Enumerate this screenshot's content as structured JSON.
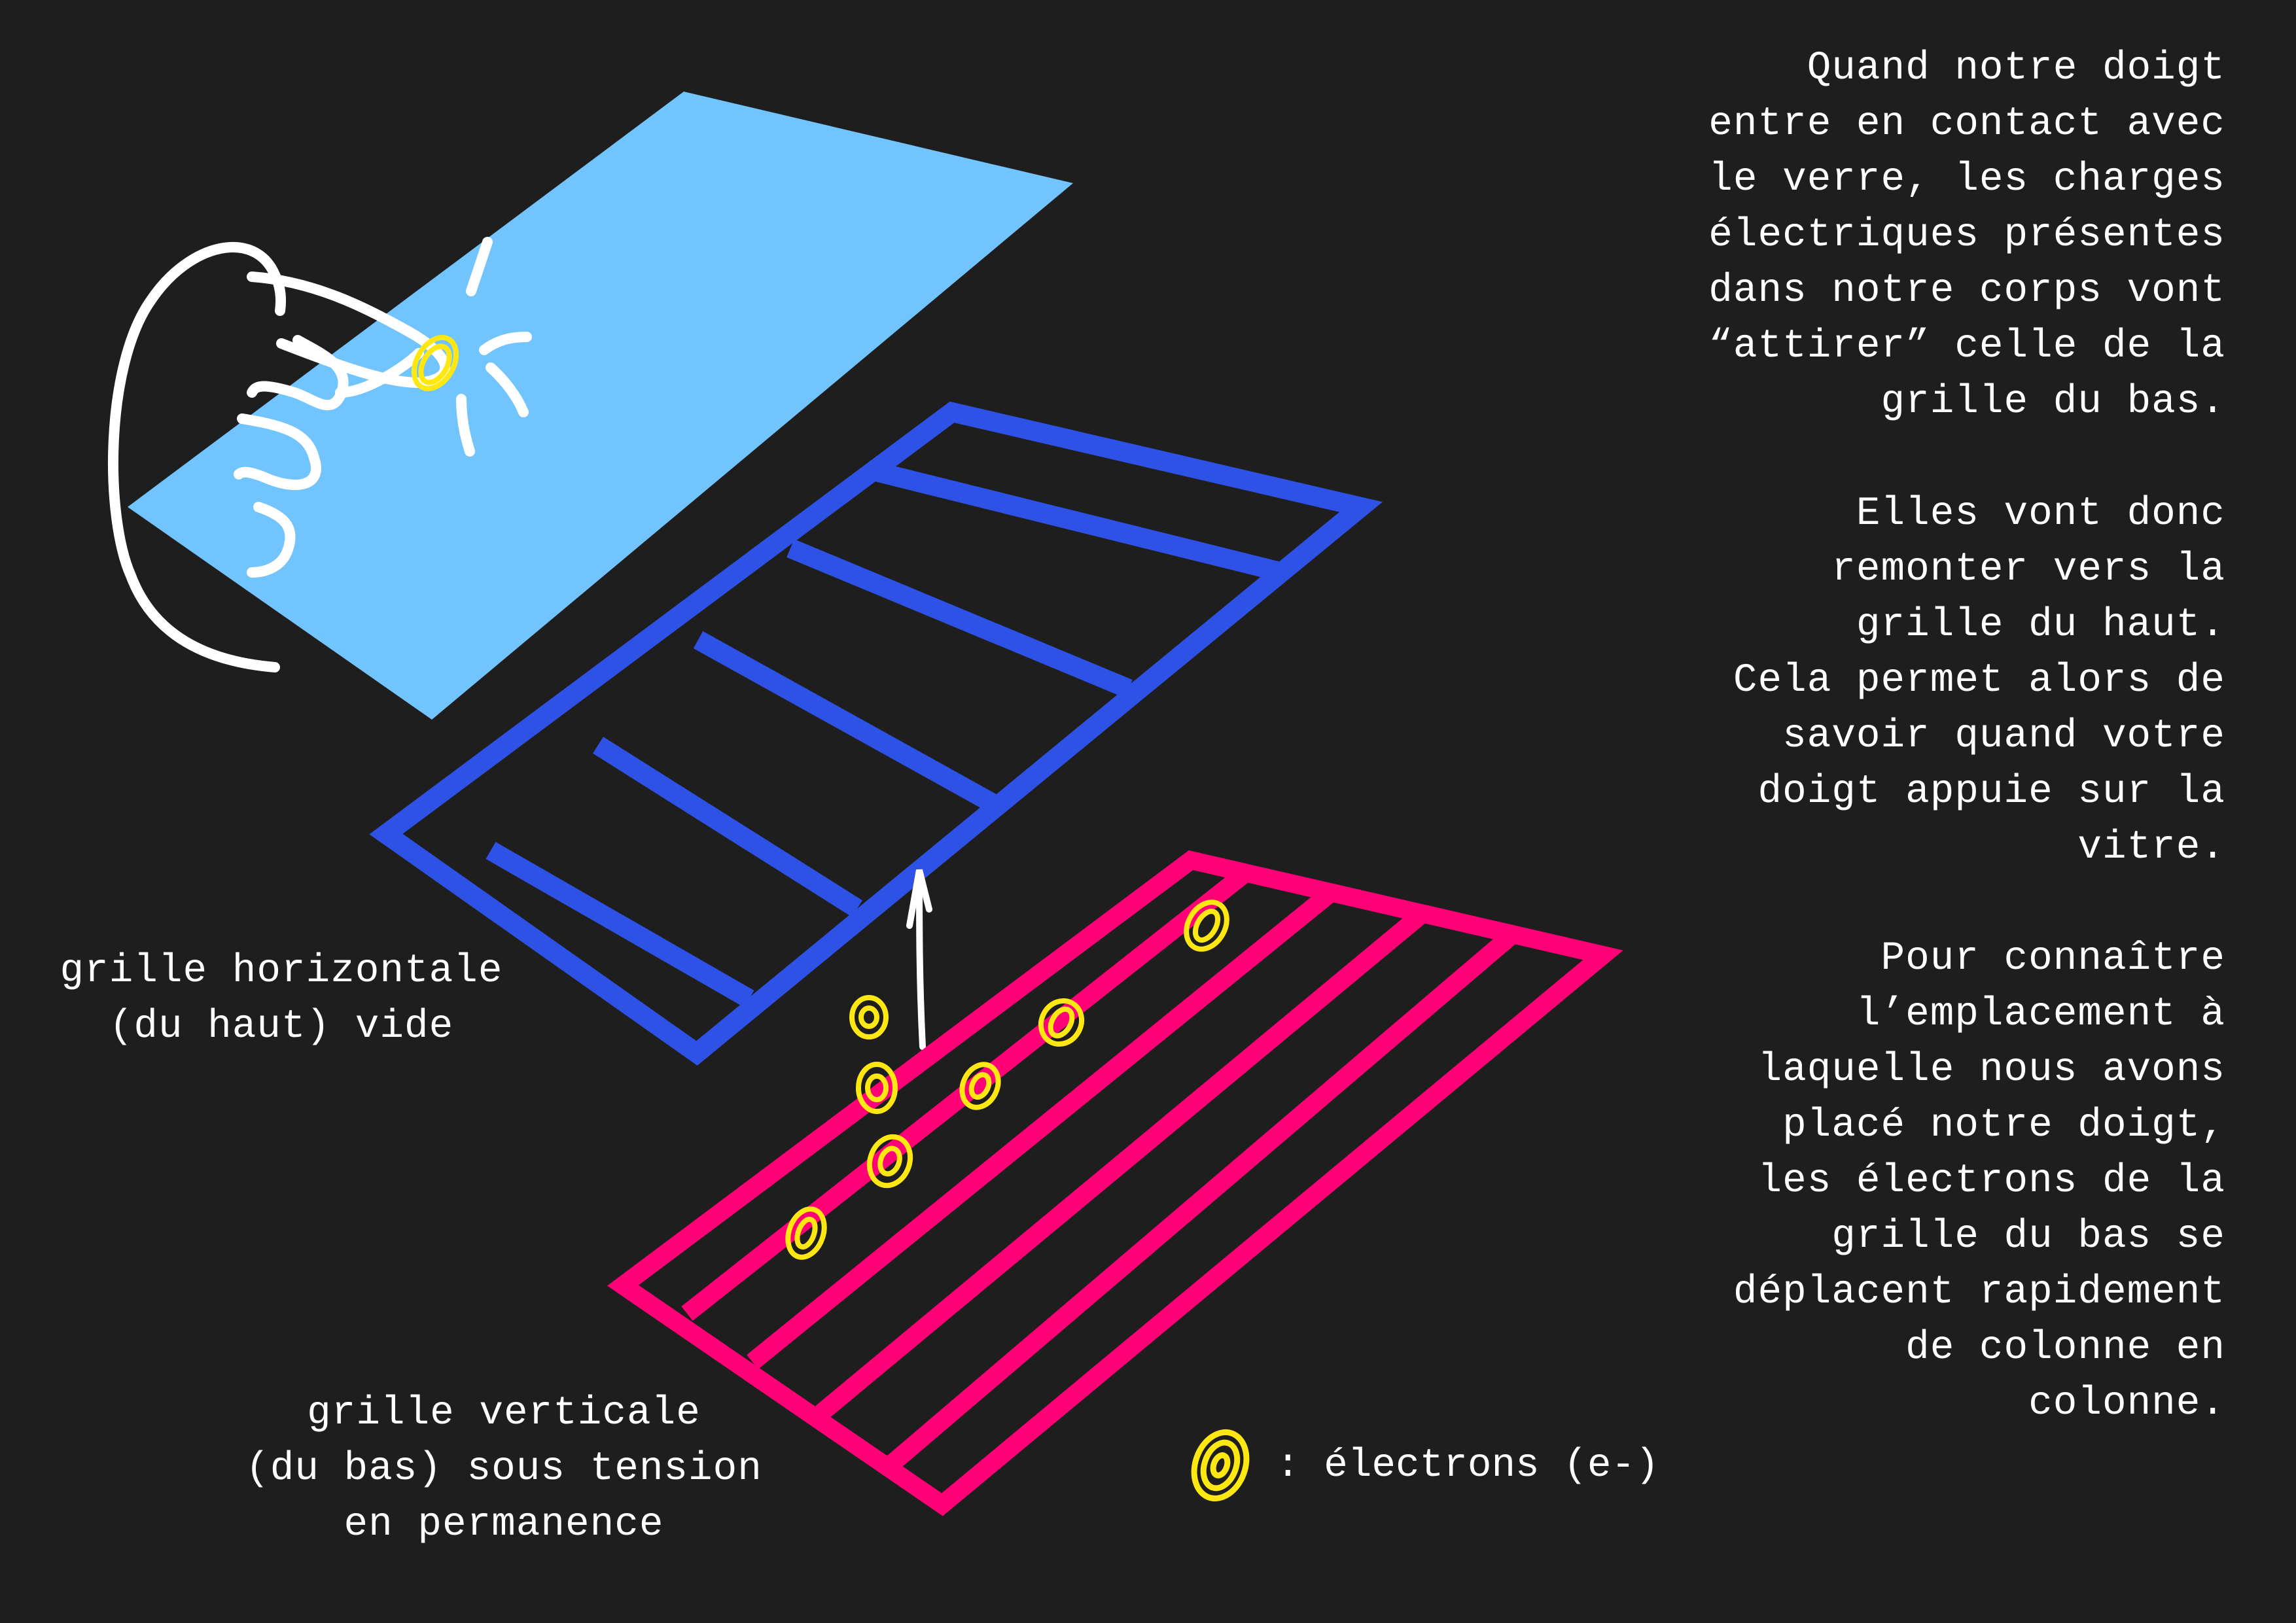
{
  "paragraphs": {
    "p1": "Quand notre doigt\nentre en contact avec\nle verre, les charges\nélectriques présentes\ndans notre corps vont\n“attirer” celle de la\ngrille du bas.",
    "p2": "Elles vont donc\nremonter vers la\ngrille du haut.\nCela permet alors de\nsavoir quand votre\ndoigt appuie sur la\nvitre.",
    "p3": "Pour connaître\nl’emplacement à\nlaquelle nous avons\nplacé notre doigt,\nles électrons de la\ngrille du bas se\ndéplacent rapidement\nde colonne en\ncolonne."
  },
  "labels": {
    "top_grid": "grille horizontale\n(du haut) vide",
    "bottom_grid": "grille verticale\n(du bas) sous tension\nen permanence"
  },
  "legend": {
    "icon": "electron-icon",
    "text": ": électrons (e-)"
  },
  "colors": {
    "background": "#1e1e1e",
    "glass": "#71c4fd",
    "top_grid": "#2f52e6",
    "bottom_grid": "#ff0076",
    "electron": "#ffe712",
    "stroke": "#ffffff"
  },
  "icons": [
    "finger-icon",
    "touch-spark-icon",
    "electron-icon",
    "arrow-up-icon"
  ]
}
